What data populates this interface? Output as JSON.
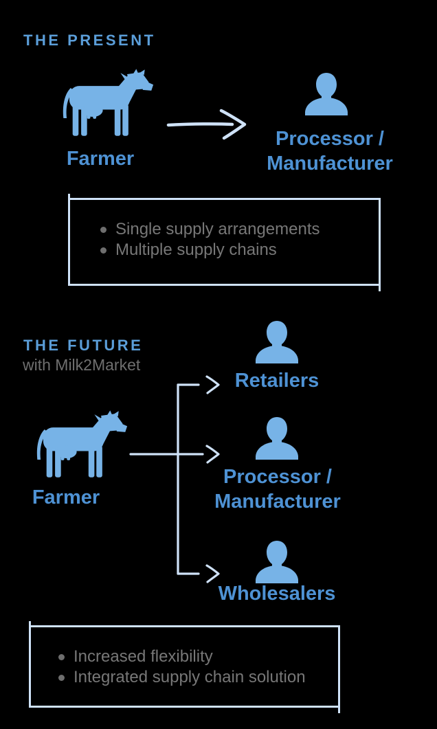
{
  "background": "#000000",
  "colors": {
    "heading_blue": "#5b9ed9",
    "label_blue": "#4e92d4",
    "icon_blue": "#77b3e7",
    "pale_arrow_blue": "#cfe2f8",
    "note_gray": "#777777",
    "subtitle_gray": "#6f6f6f"
  },
  "present": {
    "title": "THE PRESENT",
    "farmer": {
      "label": "Farmer",
      "icon": "cow-icon"
    },
    "arrow_icon": "arrow-right-icon",
    "processor": {
      "label_line1": "Processor /",
      "label_line2": "Manufacturer",
      "icon": "person-icon"
    },
    "notes": [
      "Single supply arrangements",
      "Multiple supply chains"
    ]
  },
  "future": {
    "title": "THE FUTURE",
    "subtitle": "with Milk2Market",
    "farmer": {
      "label": "Farmer",
      "icon": "cow-icon"
    },
    "connector_icon": "branching-arrows-icon",
    "branches": [
      {
        "label": "Retailers",
        "icon": "person-icon"
      },
      {
        "label_line1": "Processor /",
        "label_line2": "Manufacturer",
        "icon": "person-icon"
      },
      {
        "label": "Wholesalers",
        "icon": "person-icon"
      }
    ],
    "notes": [
      "Increased flexibility",
      "Integrated supply chain solution"
    ]
  }
}
